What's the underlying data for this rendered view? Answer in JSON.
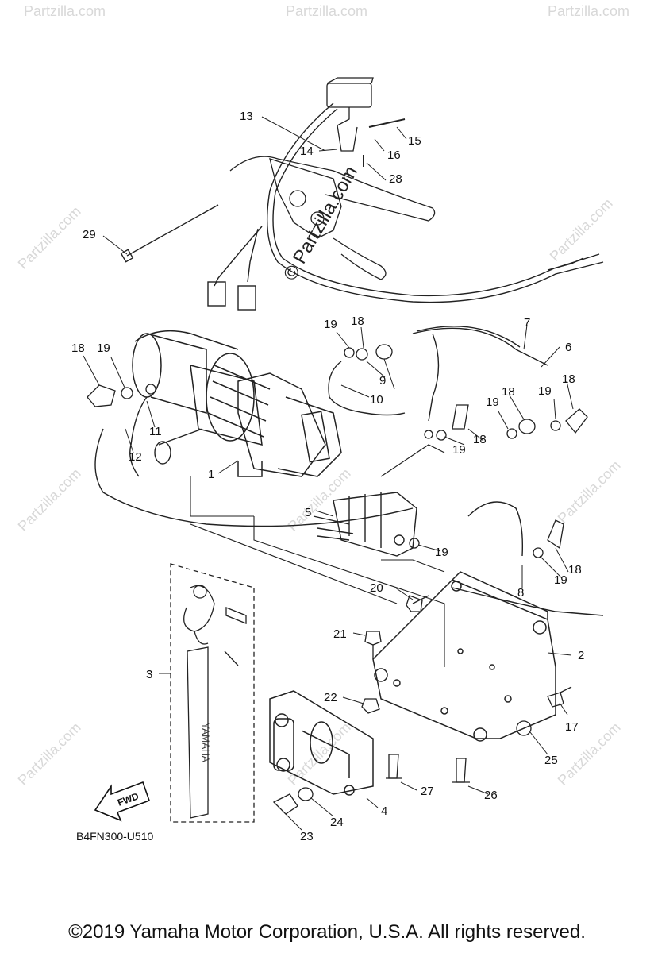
{
  "watermark": {
    "text": "© Partzilla.com",
    "brand": "Partzilla.com"
  },
  "callouts": [
    "1",
    "2",
    "3",
    "4",
    "5",
    "6",
    "7",
    "8",
    "9",
    "10",
    "11",
    "12",
    "13",
    "14",
    "15",
    "16",
    "17",
    "18",
    "19",
    "20",
    "21",
    "22",
    "23",
    "24",
    "25",
    "26",
    "27",
    "28",
    "29"
  ],
  "reference_code": "B4FN300-U510",
  "fwd_label": "FWD",
  "strap_text": "YAMAHA",
  "copyright": "©2019 Yamaha Motor Corporation, U.S.A. All rights reserved."
}
